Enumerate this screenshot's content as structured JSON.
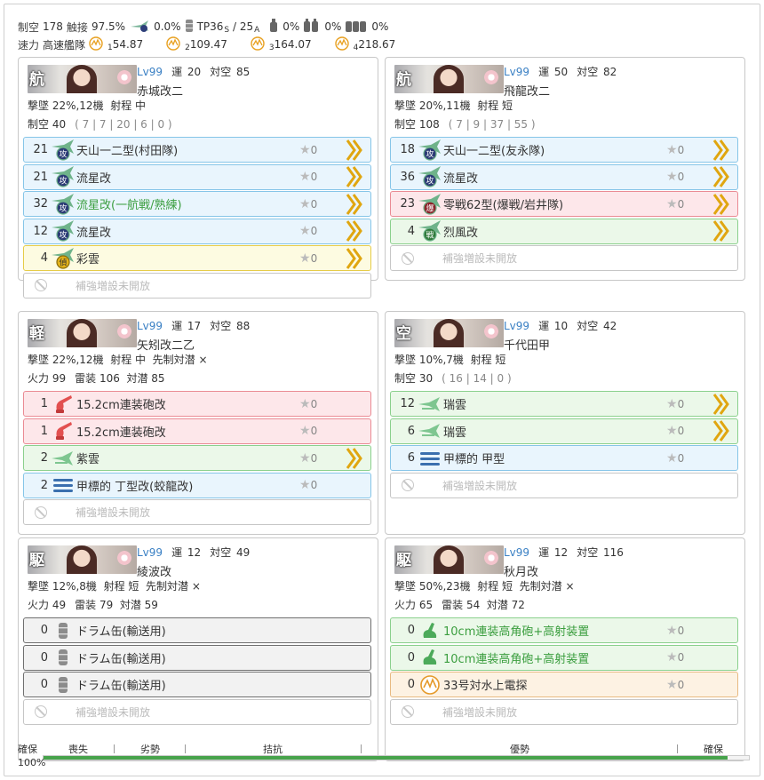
{
  "header": {
    "line1": {
      "seiku_label": "制空",
      "seiku_value": "178",
      "shokusetsu_label": "触接",
      "shokusetsu_value": "97.5%",
      "contact_value": "0.0%",
      "tp_value": "36",
      "tp_sub1": "S",
      "tp_sep": " / ",
      "tp_value2": "25",
      "tp_sub2": "A",
      "drum_value": "0%",
      "drum2_value": "0%",
      "drum3_value": "0%"
    },
    "line2": {
      "speed_label": "速力",
      "speed_value": "高速艦隊",
      "los": [
        {
          "sub": "1",
          "value": "54.87"
        },
        {
          "sub": "2",
          "value": "109.47"
        },
        {
          "sub": "3",
          "value": "164.07"
        },
        {
          "sub": "4",
          "value": "218.67"
        }
      ]
    }
  },
  "ships": [
    {
      "kanji": "航",
      "level": "Lv99",
      "luck_label": "運",
      "luck": "20",
      "aa_label": "対空",
      "aa": "85",
      "name": "赤城改二",
      "line1": "撃墜 22%,12機  射程 中",
      "line2_label": "制空",
      "line2_value": "40",
      "line2_extra": "( 7 | 7 | 20 | 6 | 0 )",
      "slots": [
        {
          "type": "blue",
          "count": "21",
          "icon": "torpedo-bomber-icon",
          "name": "天山一二型(村田隊)",
          "star": "0",
          "green": false,
          "chev": true
        },
        {
          "type": "blue",
          "count": "21",
          "icon": "torpedo-bomber-icon",
          "name": "流星改",
          "star": "0",
          "green": false,
          "chev": true
        },
        {
          "type": "blue",
          "count": "32",
          "icon": "torpedo-bomber-icon",
          "name": "流星改(一航戦/熟練)",
          "star": "0",
          "green": true,
          "chev": true
        },
        {
          "type": "blue",
          "count": "12",
          "icon": "torpedo-bomber-icon",
          "name": "流星改",
          "star": "0",
          "green": false,
          "chev": true
        },
        {
          "type": "yellow",
          "count": "4",
          "icon": "recon-plane-icon",
          "name": "彩雲",
          "star": "0",
          "green": false,
          "chev": true
        }
      ],
      "empty": "補強増設未開放"
    },
    {
      "kanji": "航",
      "level": "Lv99",
      "luck_label": "運",
      "luck": "50",
      "aa_label": "対空",
      "aa": "82",
      "name": "飛龍改二",
      "line1": "撃墜 20%,11機  射程 短",
      "line2_label": "制空",
      "line2_value": "108",
      "line2_extra": "( 7 | 9 | 37 | 55 )",
      "slots": [
        {
          "type": "blue",
          "count": "18",
          "icon": "torpedo-bomber-icon",
          "name": "天山一二型(友永隊)",
          "star": "0",
          "green": false,
          "chev": true
        },
        {
          "type": "blue",
          "count": "36",
          "icon": "torpedo-bomber-icon",
          "name": "流星改",
          "star": "0",
          "green": false,
          "chev": true
        },
        {
          "type": "red",
          "count": "23",
          "icon": "fighter-bomber-icon",
          "name": "零戦62型(爆戦/岩井隊)",
          "star": "0",
          "green": false,
          "chev": true
        },
        {
          "type": "green",
          "count": "4",
          "icon": "fighter-icon",
          "name": "烈風改",
          "star": "",
          "green": false,
          "chev": true
        }
      ],
      "empty": "補強増設未開放"
    },
    {
      "kanji": "軽",
      "level": "Lv99",
      "luck_label": "運",
      "luck": "17",
      "aa_label": "対空",
      "aa": "88",
      "name": "矢矧改二乙",
      "line1": "撃墜 22%,12機  射程 中  先制対潜 ×",
      "line2_label": "火力",
      "line2_value": "99",
      "line2_extra": "雷装 106  対潜 85",
      "slots": [
        {
          "type": "red",
          "count": "1",
          "icon": "gun-icon",
          "name": "15.2cm連装砲改",
          "star": "0",
          "green": false,
          "chev": false
        },
        {
          "type": "red",
          "count": "1",
          "icon": "gun-icon",
          "name": "15.2cm連装砲改",
          "star": "0",
          "green": false,
          "chev": false
        },
        {
          "type": "green",
          "count": "2",
          "icon": "seaplane-icon",
          "name": "紫雲",
          "star": "0",
          "green": false,
          "chev": true
        },
        {
          "type": "blue",
          "count": "2",
          "icon": "torpedo-icon",
          "name": "甲標的 丁型改(蛟龍改)",
          "star": "0",
          "green": false,
          "chev": false
        }
      ],
      "empty": "補強増設未開放"
    },
    {
      "kanji": "空",
      "level": "Lv99",
      "luck_label": "運",
      "luck": "10",
      "aa_label": "対空",
      "aa": "42",
      "name": "千代田甲",
      "line1": "撃墜 10%,7機  射程 短",
      "line2_label": "制空",
      "line2_value": "30",
      "line2_extra": "( 16 | 14 | 0 )",
      "slots": [
        {
          "type": "green",
          "count": "12",
          "icon": "seaplane-icon",
          "name": "瑞雲",
          "star": "0",
          "green": false,
          "chev": true
        },
        {
          "type": "green",
          "count": "6",
          "icon": "seaplane-icon",
          "name": "瑞雲",
          "star": "0",
          "green": false,
          "chev": true
        },
        {
          "type": "blue",
          "count": "6",
          "icon": "torpedo-icon",
          "name": "甲標的 甲型",
          "star": "0",
          "green": false,
          "chev": false
        }
      ],
      "empty": "補強増設未開放"
    },
    {
      "kanji": "駆",
      "level": "Lv99",
      "luck_label": "運",
      "luck": "12",
      "aa_label": "対空",
      "aa": "49",
      "name": "綾波改",
      "line1": "撃墜 12%,8機  射程 短  先制対潜 ×",
      "line2_label": "火力",
      "line2_value": "49",
      "line2_extra": "雷装 79  対潜 59",
      "slots": [
        {
          "type": "gray",
          "count": "0",
          "icon": "drum-icon",
          "name": "ドラム缶(輸送用)",
          "star": "",
          "green": false,
          "chev": false
        },
        {
          "type": "gray",
          "count": "0",
          "icon": "drum-icon",
          "name": "ドラム缶(輸送用)",
          "star": "",
          "green": false,
          "chev": false
        },
        {
          "type": "gray",
          "count": "0",
          "icon": "drum-icon",
          "name": "ドラム缶(輸送用)",
          "star": "",
          "green": false,
          "chev": false
        }
      ],
      "empty": "補強増設未開放"
    },
    {
      "kanji": "駆",
      "level": "Lv99",
      "luck_label": "運",
      "luck": "12",
      "aa_label": "対空",
      "aa": "116",
      "name": "秋月改",
      "line1": "撃墜 50%,23機  射程 短  先制対潜 ×",
      "line2_label": "火力",
      "line2_value": "65",
      "line2_extra": "雷装 54  対潜 72",
      "slots": [
        {
          "type": "green",
          "count": "0",
          "icon": "aa-gun-icon",
          "name": "10cm連装高角砲+高射装置",
          "star": "0",
          "green": true,
          "chev": false
        },
        {
          "type": "green",
          "count": "0",
          "icon": "aa-gun-icon",
          "name": "10cm連装高角砲+高射装置",
          "star": "0",
          "green": true,
          "chev": false
        },
        {
          "type": "orange",
          "count": "0",
          "icon": "radar-icon",
          "name": "33号対水上電探",
          "star": "0",
          "green": false,
          "chev": false
        }
      ],
      "empty": "補強増設未開放"
    }
  ],
  "gauge": {
    "labels": [
      "確保",
      "喪失",
      "劣勢",
      "拮抗",
      "優勢",
      "確保"
    ],
    "percent": "100%",
    "fill_fraction": 0.97
  },
  "colors": {
    "level": "#3a80c4",
    "green_text": "#3b9e3f",
    "gauge_fill": "#47a34b",
    "chevron": "#e0a610"
  }
}
